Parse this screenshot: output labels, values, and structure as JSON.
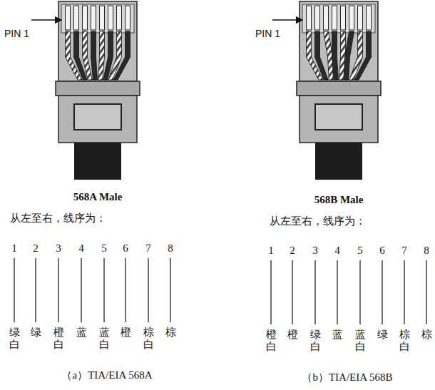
{
  "diagram": {
    "labels": [
      "PIN 1",
      "568A Male",
      "从左至右，线序为：",
      "1",
      "2",
      "3",
      "4",
      "5",
      "6",
      "7",
      "8",
      "绿白",
      "绿",
      "橙白",
      "蓝",
      "蓝白",
      "橙",
      "棕白",
      "棕",
      "（a）TIA/EIA 568A",
      "PIN 1",
      "568B Male",
      "从左至右，线序为：",
      "1",
      "2",
      "3",
      "4",
      "5",
      "6",
      "7",
      "8",
      "橙白",
      "橙",
      "绿白",
      "蓝",
      "蓝白",
      "绿",
      "棕白",
      "棕",
      "（b）TIA/EIA 568B"
    ]
  }
}
